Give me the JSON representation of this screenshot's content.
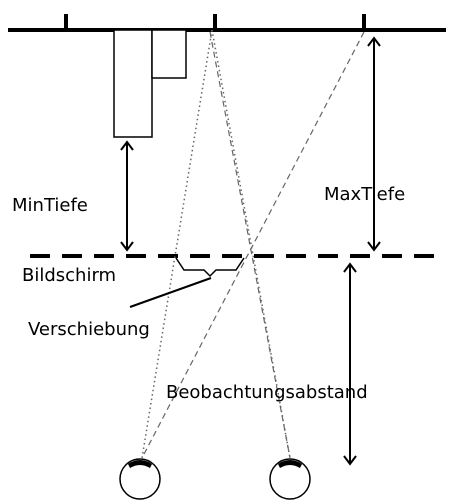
{
  "labels": {
    "min_depth": "MinTiefe",
    "max_depth": "MaxTiefe",
    "screen": "Bildschirm",
    "shift": "Verschiebung",
    "viewing_distance": "Beobachtungsabstand"
  },
  "colors": {
    "line": "#000000",
    "background": "#ffffff",
    "ray": "#555555"
  }
}
